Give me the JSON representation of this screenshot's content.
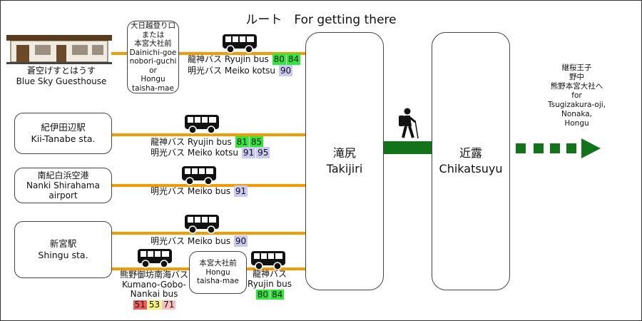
{
  "title": "ルート　For getting there",
  "colors": {
    "route": "#f29b05",
    "trail": "#13731a",
    "ryujin": "#2ee83a",
    "meiko": "#c9c9f2",
    "nankai1": "#f05b5b",
    "nankai2": "#f7f27a",
    "nankai3": "#f7c0c0"
  },
  "guesthouse": {
    "jp": "蒼空げすとはうす",
    "en": "Blue Sky Guesthouse"
  },
  "dainichi": {
    "l1": "大日越登り口",
    "l2": "または",
    "l3": "本宮大社前",
    "l4": "Dainichi-goe",
    "l5": "nobori-guchi",
    "l6": "or",
    "l7": "Hongu",
    "l8": "taisha-mae"
  },
  "route1": {
    "jp": "龍神バス",
    "en": "Ryujin bus",
    "n1": "80",
    "n2": "84",
    "jp2": "明光バス",
    "en2": "Meiko kotsu",
    "n3": "90"
  },
  "kii": {
    "jp": "紀伊田辺駅",
    "en": "Kii-Tanabe sta."
  },
  "route2": {
    "jp": "龍神バス",
    "en": "Ryujin bus",
    "n1": "81",
    "n2": "85",
    "jp2": "明光バス",
    "en2": "Meiko kotsu",
    "n3": "91",
    "n4": "95"
  },
  "nanki": {
    "l1": "南紀白浜空港",
    "l2": "Nanki Shirahama",
    "l3": "airport"
  },
  "route3": {
    "jp": "明光バス",
    "en": "Meiko bus",
    "n1": "91"
  },
  "shingu": {
    "jp": "新宮駅",
    "en": "Shingu sta."
  },
  "route4": {
    "jp": "明光バス",
    "en": "Meiko bus",
    "n1": "90"
  },
  "kumano": {
    "l1": "熊野御坊南海バス",
    "l2": "Kumano-Gobo-",
    "l3": "Nankai bus",
    "n1": "51",
    "n2": "53",
    "n3": "71"
  },
  "hongu": {
    "l1": "本宮大社前",
    "l2": "Hongu",
    "l3": "taisha-mae"
  },
  "route5": {
    "jp": "龍神バス",
    "en": "Ryujin bus",
    "n1": "80",
    "n2": "84"
  },
  "takijiri": {
    "jp": "滝尻",
    "en": "Takijiri"
  },
  "chikatsuyu": {
    "jp": "近露",
    "en": "Chikatsuyu"
  },
  "onward": {
    "l1": "継桜王子",
    "l2": "野中",
    "l3": "熊野本宮大社へ",
    "l4": "for",
    "l5": "Tsugizakura-oji,",
    "l6": "Nonaka,",
    "l7": "Hongu"
  }
}
